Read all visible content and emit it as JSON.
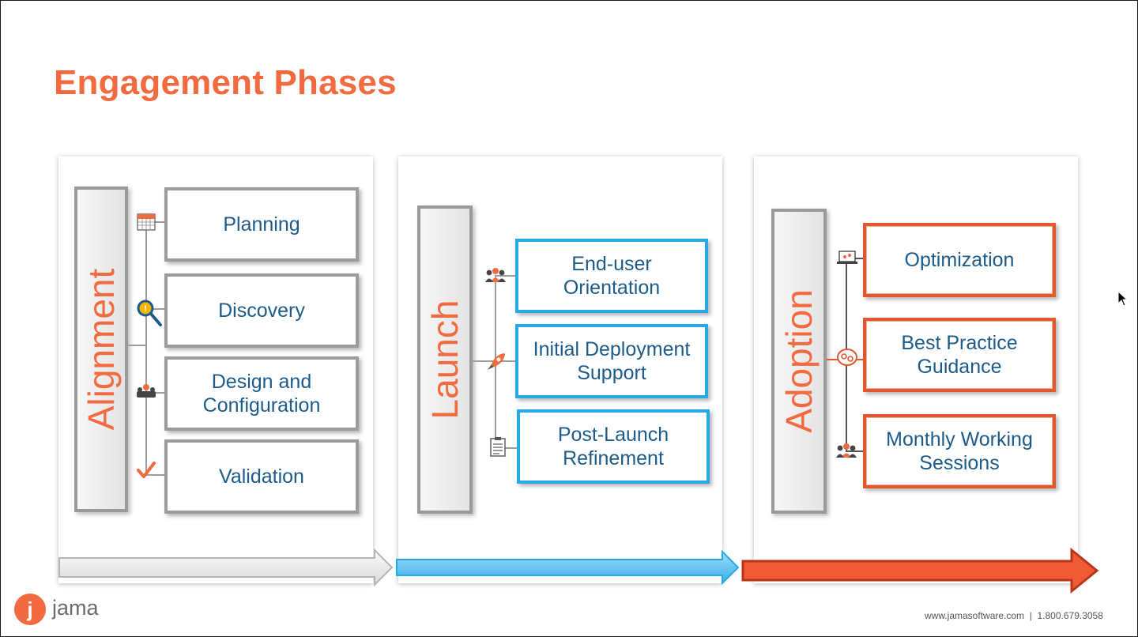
{
  "title": "Engagement Phases",
  "phases": [
    {
      "label": "Alignment",
      "items": [
        "Planning",
        "Discovery",
        "Design and\nConfiguration",
        "Validation"
      ]
    },
    {
      "label": "Launch",
      "items": [
        "End-user\nOrientation",
        "Initial Deployment\nSupport",
        "Post-Launch\nRefinement"
      ]
    },
    {
      "label": "Adoption",
      "items": [
        "Optimization",
        "Best Practice\nGuidance",
        "Monthly Working\nSessions"
      ]
    }
  ],
  "logo": {
    "letter": "j",
    "name": "jama"
  },
  "footer": {
    "contact": "www.jamasoftware.com  |  1.800.679.3058"
  },
  "colors": {
    "accent": "#f26a3f",
    "blue": "#29a8e6",
    "text": "#1c5b8a",
    "gray": "#9c9c9c"
  },
  "icons": [
    "calendar-icon",
    "magnifier-icon",
    "team-icon",
    "checkmark-icon",
    "people-icon",
    "rocket-icon",
    "clipboard-icon",
    "laptop-chart-icon",
    "brain-gears-icon",
    "people-icon"
  ]
}
